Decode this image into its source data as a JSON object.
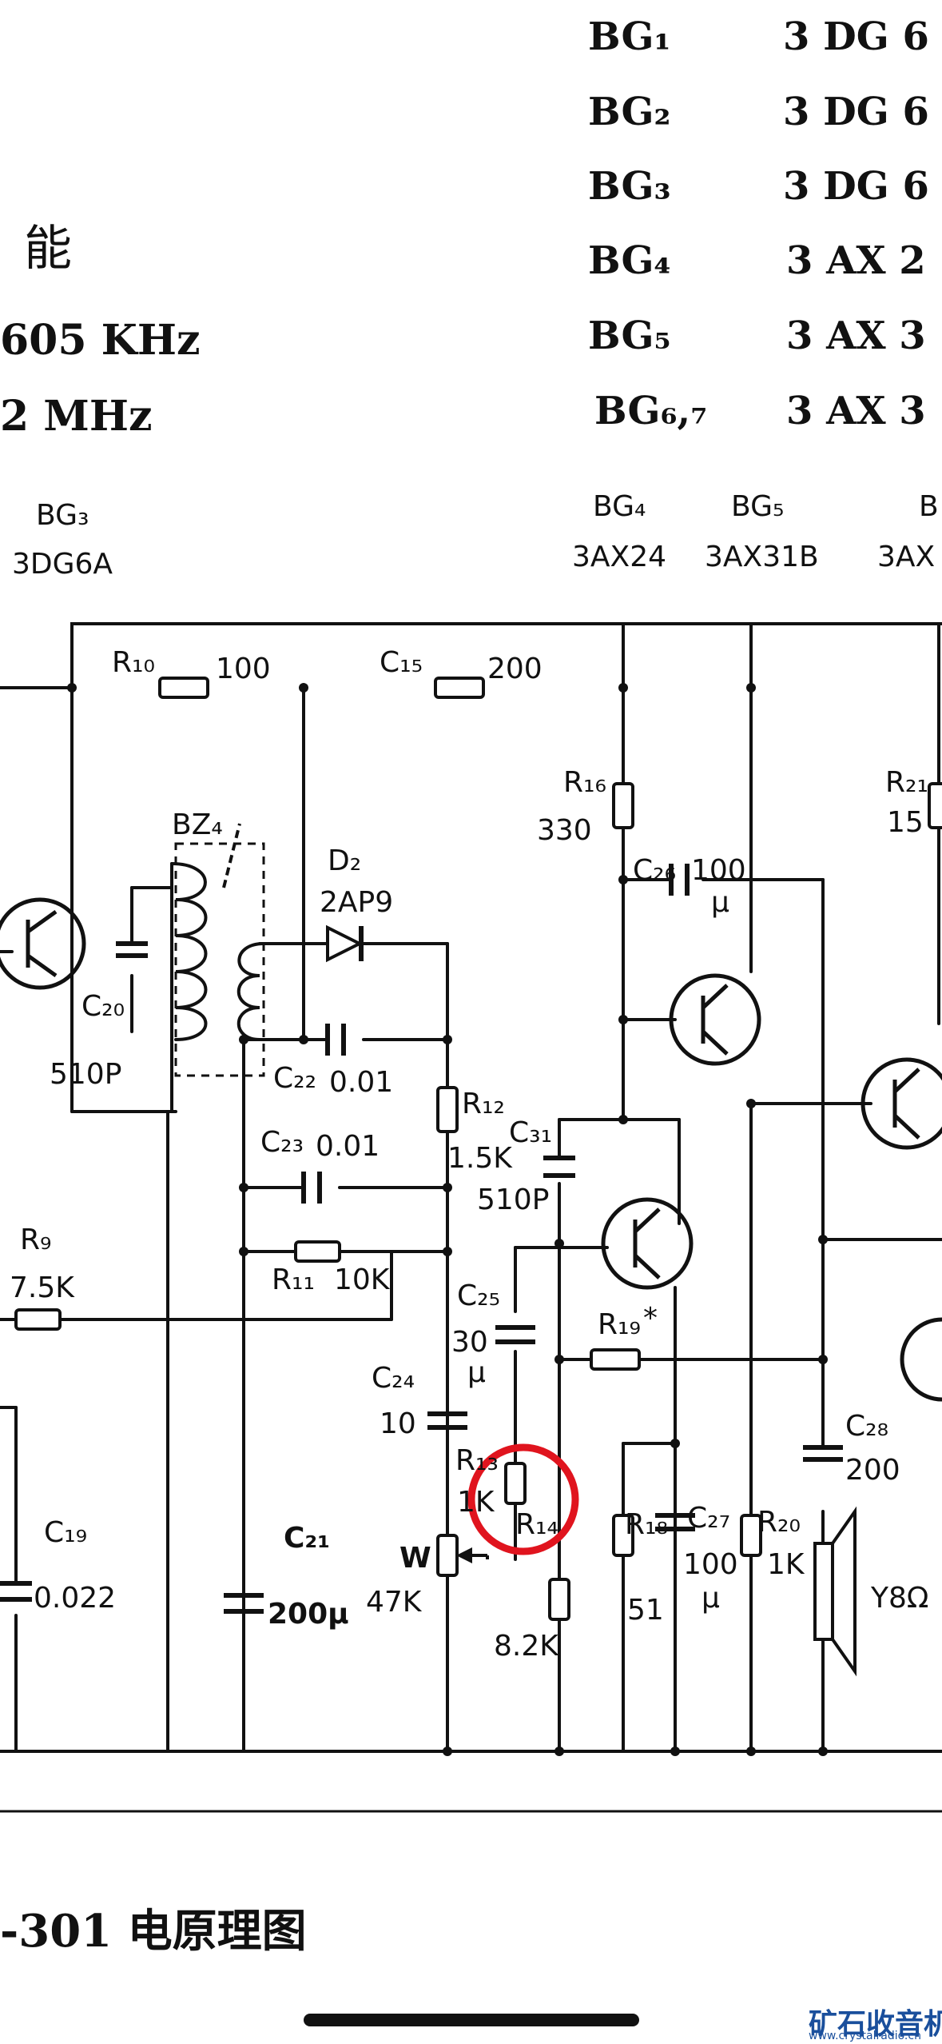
{
  "header": {
    "left": {
      "char": "能",
      "freq1": "605 KHz",
      "freq2": "2 MHz"
    },
    "transistors": [
      {
        "name": "BG₁",
        "type": "3 DG 6"
      },
      {
        "name": "BG₂",
        "type": "3 DG 6"
      },
      {
        "name": "BG₃",
        "type": "3 DG 6"
      },
      {
        "name": "BG₄",
        "type": "3 AX 2"
      },
      {
        "name": "BG₅",
        "type": "3 AX 3"
      },
      {
        "name": "BG₆,₇",
        "type": "3 AX 3"
      }
    ]
  },
  "diagram": {
    "labels": {
      "bg3_name": "BG₃",
      "bg3_type": "3DG6A",
      "bg4_name": "BG₄",
      "bg4_type": "3AX24",
      "bg5_name": "BG₅",
      "bg5_type": "3AX31B",
      "bg6_name": "B",
      "bg6_type": "3AX",
      "r10": "R₁₀",
      "r10_val": "100",
      "c15": "C₁₅",
      "c15_val": "200",
      "bz4": "BZ₄",
      "d2": "D₂",
      "d2_val": "2AP9",
      "r16": "R₁₆",
      "r16_val": "330",
      "c26": "C₂₆",
      "c26_val": "100",
      "c26_unit": "μ",
      "r21": "R₂₁",
      "r21_val": "15",
      "c20": "C₂₀",
      "c20_val": "510P",
      "c22": "C₂₂",
      "c22_val": "0.01",
      "r12": "R₁₂",
      "r12_val": "1.5K",
      "c31": "C₃₁",
      "c31_val": "510P",
      "c23": "C₂₃",
      "c23_val": "0.01",
      "r9": "R₉",
      "r9_val": "7.5K",
      "r11": "R₁₁",
      "r11_val": "10K",
      "c25": "C₂₅",
      "c25_val": "30",
      "c25_unit": "μ",
      "r19": "R₁₉",
      "r19_mark": "*",
      "c24": "C₂₄",
      "c24_val": "10",
      "c28": "C₂₈",
      "c28_val": "200",
      "r13": "R₁₃",
      "r13_val": "1K",
      "r14": "R₁₄",
      "r14_val": "8.2K",
      "c19": "C₁₉",
      "c19_val": "0.022",
      "c21": "C₂₁",
      "c21_val": "200μ",
      "w": "W",
      "w_val": "47K",
      "r18": "R₁₈",
      "r18_val": "51",
      "c27": "C₂₇",
      "c27_val": "100",
      "c27_unit": "μ",
      "r20": "R₂₀",
      "r20_val": "1K",
      "speaker": "Y8Ω"
    },
    "highlight_color": "#e0141e"
  },
  "caption": "-301 电原理图",
  "watermark": {
    "text": "矿石收音机",
    "url": "www.crystalradio.cn",
    "color": "#1a4f9c"
  }
}
